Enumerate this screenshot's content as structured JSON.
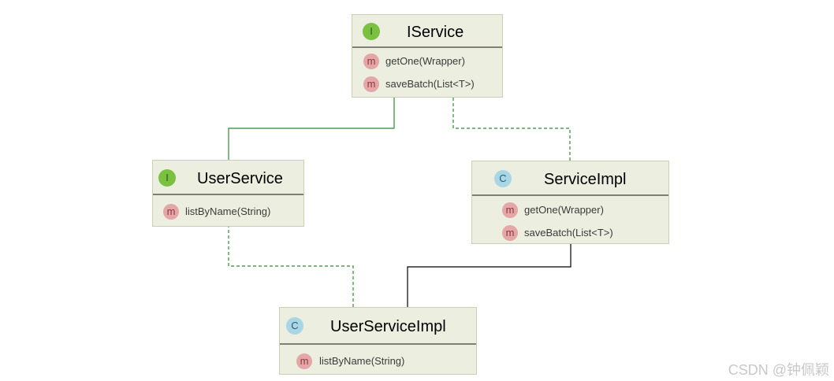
{
  "diagram": {
    "nodes": {
      "iservice": {
        "badge": "I",
        "name": "IService",
        "methods": [
          {
            "badge": "m",
            "signature": "getOne(Wrapper)"
          },
          {
            "badge": "m",
            "signature": "saveBatch(List<T>)"
          }
        ]
      },
      "userservice": {
        "badge": "I",
        "name": "UserService",
        "methods": [
          {
            "badge": "m",
            "signature": "listByName(String)"
          }
        ]
      },
      "serviceimpl": {
        "badge": "C",
        "name": "ServiceImpl",
        "methods": [
          {
            "badge": "m",
            "signature": "getOne(Wrapper)"
          },
          {
            "badge": "m",
            "signature": "saveBatch(List<T>)"
          }
        ]
      },
      "userserviceimpl": {
        "badge": "C",
        "name": "UserServiceImpl",
        "methods": [
          {
            "badge": "m",
            "signature": "listByName(String)"
          }
        ]
      }
    },
    "colors": {
      "interface_edge": "#2e8b2e",
      "extends_edge": "#000000",
      "node_fill": "#ecefe0"
    }
  },
  "watermark": "CSDN @钟佩颖"
}
